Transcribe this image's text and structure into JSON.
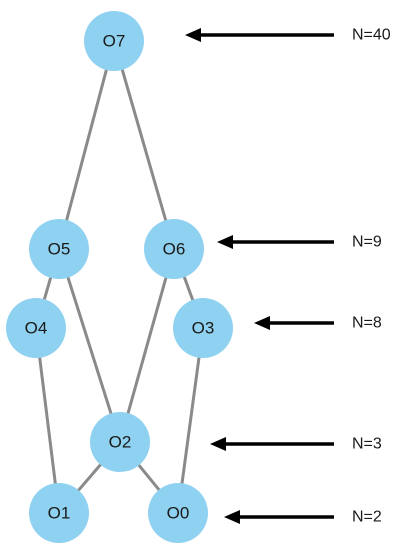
{
  "colors": {
    "node_fill": "#8fd1f0",
    "edge": "#8a8a8a",
    "arrow": "#000000"
  },
  "nodes": [
    {
      "id": "O7",
      "label": "O7"
    },
    {
      "id": "O5",
      "label": "O5"
    },
    {
      "id": "O6",
      "label": "O6"
    },
    {
      "id": "O4",
      "label": "O4"
    },
    {
      "id": "O3",
      "label": "O3"
    },
    {
      "id": "O2",
      "label": "O2"
    },
    {
      "id": "O1",
      "label": "O1"
    },
    {
      "id": "O0",
      "label": "O0"
    }
  ],
  "edges": [
    [
      "O7",
      "O5"
    ],
    [
      "O7",
      "O6"
    ],
    [
      "O5",
      "O4"
    ],
    [
      "O5",
      "O2"
    ],
    [
      "O6",
      "O2"
    ],
    [
      "O6",
      "O3"
    ],
    [
      "O4",
      "O1"
    ],
    [
      "O3",
      "O0"
    ],
    [
      "O2",
      "O1"
    ],
    [
      "O2",
      "O0"
    ]
  ],
  "annotations": [
    {
      "id": "n40",
      "label": "N=40"
    },
    {
      "id": "n9",
      "label": "N=9"
    },
    {
      "id": "n8",
      "label": "N=8"
    },
    {
      "id": "n3",
      "label": "N=3"
    },
    {
      "id": "n2",
      "label": "N=2"
    }
  ]
}
